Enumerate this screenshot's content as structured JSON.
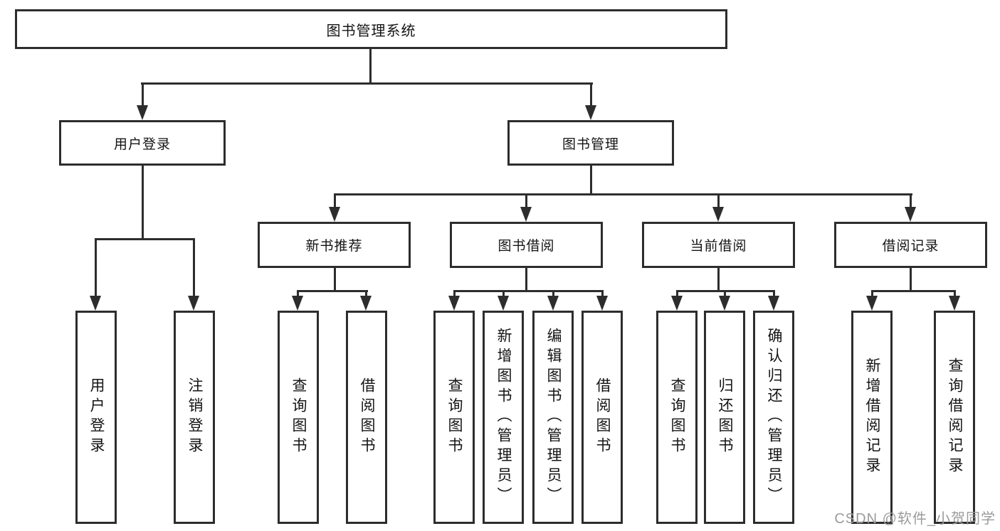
{
  "tree": {
    "root": {
      "label": "图书管理系统"
    },
    "level2": {
      "user_login": {
        "label": "用户登录",
        "children": [
          "用户登录",
          "注销登录"
        ]
      },
      "book_mgmt": {
        "label": "图书管理"
      }
    },
    "level3": {
      "new_books": {
        "label": "新书推荐",
        "children": [
          "查询图书",
          "借阅图书"
        ]
      },
      "book_borrow": {
        "label": "图书借阅",
        "children": [
          "查询图书",
          "新增图书（管理员）",
          "编辑图书（管理员）",
          "借阅图书"
        ]
      },
      "current_borrow": {
        "label": "当前借阅",
        "children": [
          "查询图书",
          "归还图书",
          "确认归还（管理员）"
        ]
      },
      "borrow_records": {
        "label": "借阅记录",
        "children": [
          "新增借阅记录",
          "查询借阅记录"
        ]
      }
    }
  },
  "watermark": "CSDN @软件_小贺同学",
  "colors": {
    "line": "#2d2d2d",
    "text": "#141414",
    "watermark": "#9b9b9b",
    "background": "#ffffff"
  }
}
